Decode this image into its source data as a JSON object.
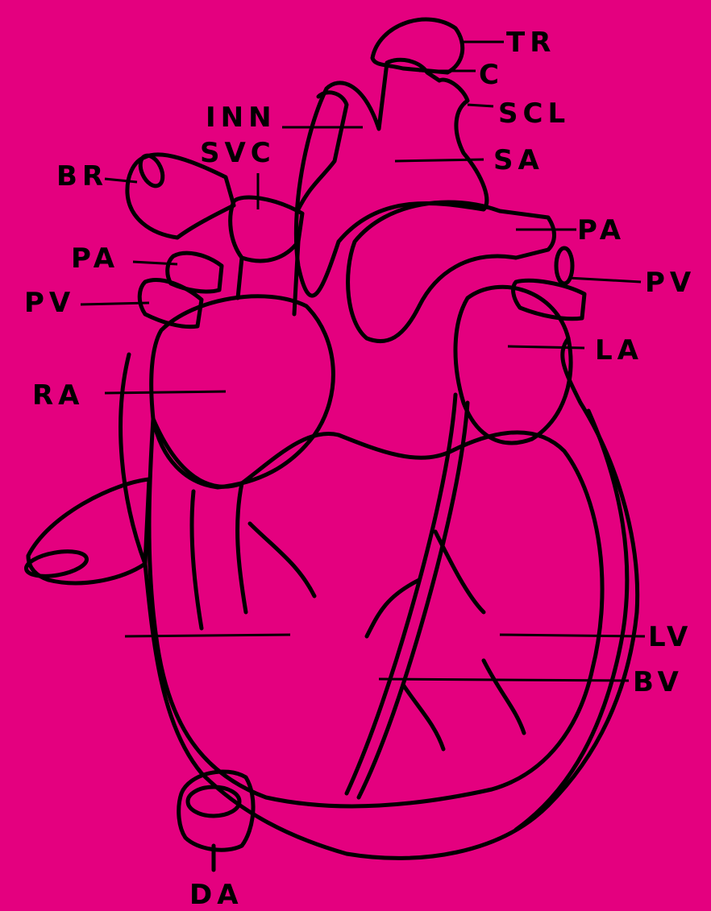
{
  "diagram": {
    "background_color": "#e4007f",
    "ink_color": "#000000",
    "labels": {
      "tr": "TR",
      "c": "C",
      "scl": "SCL",
      "inn": "INN",
      "svc": "SVC",
      "sa": "SA",
      "br": "BR",
      "pa_left": "PA",
      "pv_left": "PV",
      "pa_right": "PA",
      "pv_right": "PV",
      "la": "LA",
      "ra": "RA",
      "lv": "LV",
      "bv": "BV",
      "da": "DA"
    }
  }
}
